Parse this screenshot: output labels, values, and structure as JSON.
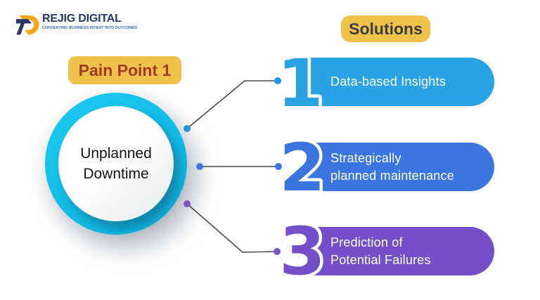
{
  "header": {
    "logo_name": "REJIG DIGITAL",
    "logo_tagline": "CONVERTING BUSINESS INTENT INTO OUTCOMES"
  },
  "pain_point": {
    "label": "Pain Point 1",
    "topic_line1": "Unplanned",
    "topic_line2": "Downtime"
  },
  "solutions": {
    "label": "Solutions",
    "items": [
      {
        "number": "1",
        "line1": "Data-based Insights",
        "line2": "",
        "color": "#29A3E4",
        "dot_color": "#2196E3"
      },
      {
        "number": "2",
        "line1": "Strategically",
        "line2": "planned maintenance",
        "color": "#3B76E0",
        "dot_color": "#3B76E0"
      },
      {
        "number": "3",
        "line1": "Prediction of",
        "line2": "Potential Failures",
        "color": "#744FC9",
        "dot_color": "#7B52C9"
      }
    ]
  },
  "icons": {
    "logo_mark": "rejig-r-mark"
  },
  "colors": {
    "background": "#FFFFFF",
    "badge_background": "#EFC24B",
    "pain_label_text": "#A43B21",
    "solutions_label_text": "#3C3C3C",
    "circle_ring": "#11BEEA",
    "circle_fill": "#F4F5F6",
    "circle_text": "#141414",
    "connector_line": "#4A4A4A",
    "bar_text": "#FFFFFF",
    "logo_navy": "#26386B",
    "logo_orange": "#F2A71B",
    "logo_tagline_blue": "#2F6EB5"
  }
}
